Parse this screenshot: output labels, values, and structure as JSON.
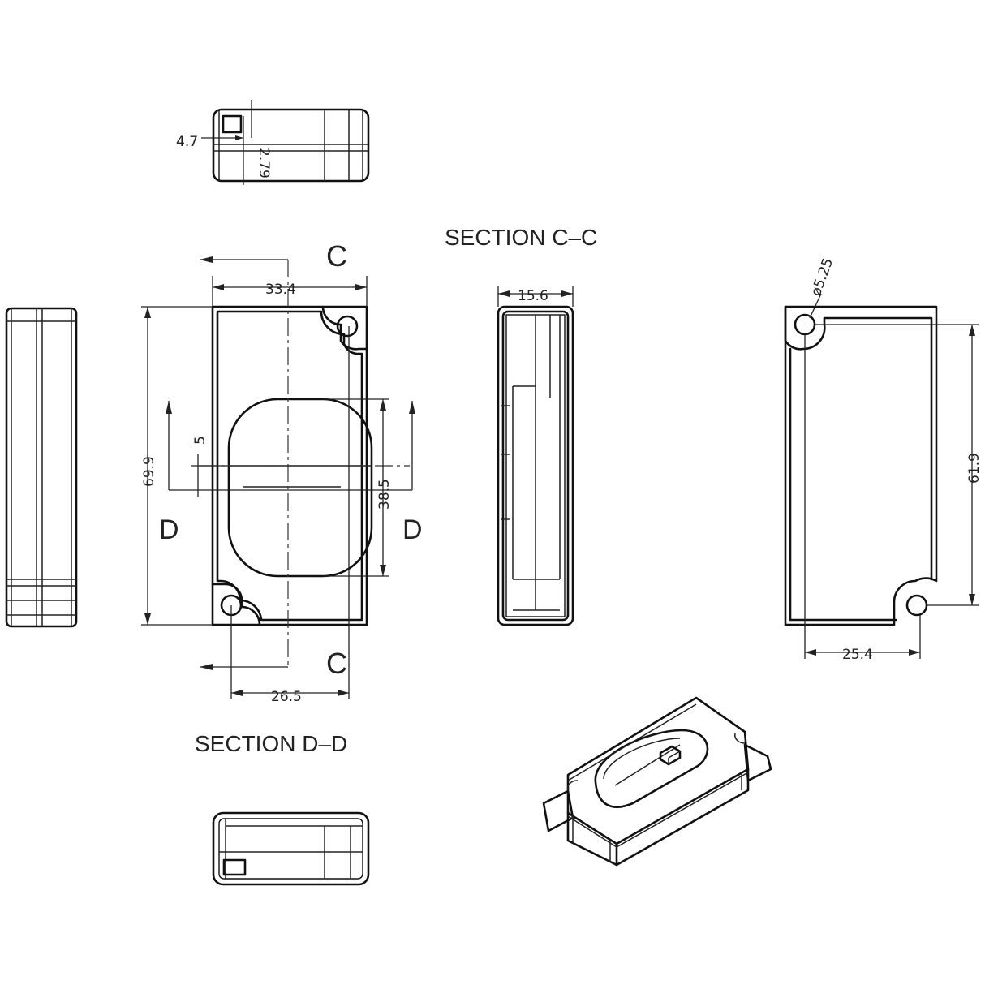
{
  "dimensions": {
    "top_width": "4.7",
    "top_height": "2.79",
    "overall_width": "33.4",
    "overall_length": "69.9",
    "oval_offset": "5",
    "oval_length": "38.5",
    "hole_spacing_x": "26.5",
    "section_width": "15.6",
    "hole_diameter": "ø5.25",
    "hole_spacing_y": "61.9",
    "hole_spacing_x_back": "25.4"
  },
  "labels": {
    "section_cc": "SECTION  C–C",
    "section_dd": "SECTION  D–D",
    "cut_c_top": "C",
    "cut_c_bottom": "C",
    "cut_d_left": "D",
    "cut_d_right": "D"
  }
}
